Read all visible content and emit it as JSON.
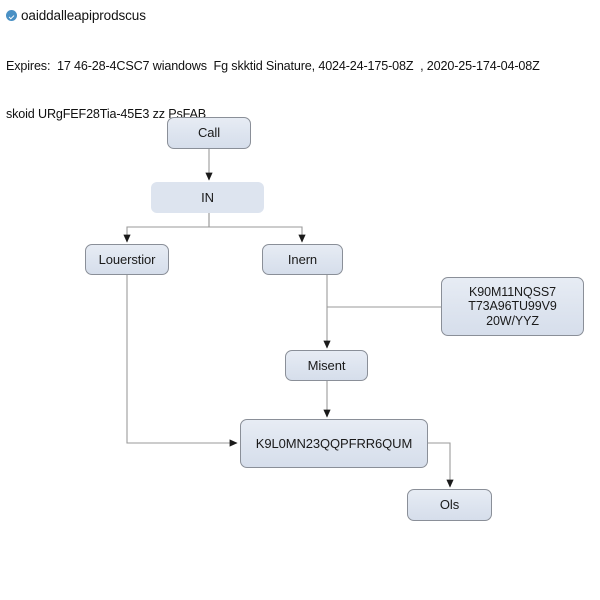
{
  "header": {
    "badge_icon": "verified-check-icon",
    "title": "oaiddalleapiprodscus",
    "meta_line_1": "Expires:  17 46-28-4CSC7 wiandows  Fg skktid Sinature, 4024-24-175-08Z  , 2020-25-174-04-08Z",
    "meta_line_2": "skoid URgFEF28Tia-45E3 zz PsFAB"
  },
  "diagram": {
    "type": "flowchart",
    "nodes": [
      {
        "id": "call",
        "label": "Call"
      },
      {
        "id": "in",
        "label": "IN"
      },
      {
        "id": "louerstior",
        "label": "Louerstior"
      },
      {
        "id": "inern",
        "label": "Inern"
      },
      {
        "id": "k90",
        "label": "K90M11NQSS7\nT73A96TU99V9\n20W/YYZ"
      },
      {
        "id": "misent",
        "label": "Misent"
      },
      {
        "id": "k9l0",
        "label": "K9L0MN23QQPFRR6QUM"
      },
      {
        "id": "ols",
        "label": "Ols"
      }
    ],
    "edges": [
      {
        "from": "call",
        "to": "in"
      },
      {
        "from": "in",
        "to": "louerstior"
      },
      {
        "from": "in",
        "to": "inern"
      },
      {
        "from": "louerstior",
        "to": "k9l0"
      },
      {
        "from": "inern",
        "to": "k90"
      },
      {
        "from": "inern",
        "to": "misent"
      },
      {
        "from": "misent",
        "to": "k9l0"
      },
      {
        "from": "k9l0",
        "to": "ols"
      }
    ],
    "colors": {
      "node_fill": "#dde4ef",
      "node_border": "#8a8f98",
      "edge": "#9a9a9a",
      "arrowhead": "#1a1a1a",
      "badge": "#4a90c4",
      "text": "#1a1a1a"
    }
  }
}
